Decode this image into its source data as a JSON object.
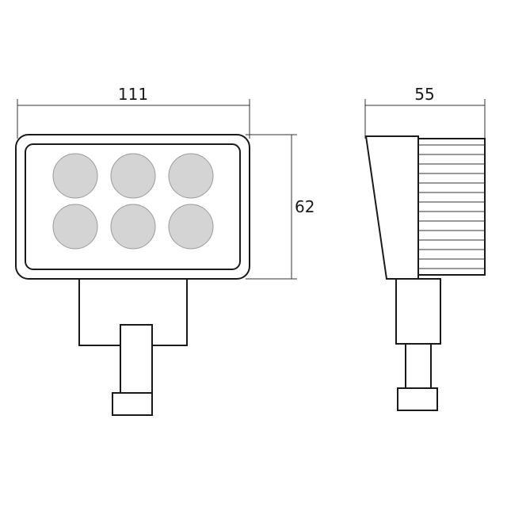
{
  "dimensions": {
    "front_width": "111",
    "front_height": "62",
    "side_depth": "55"
  },
  "views": {
    "front": {
      "led_count": 6
    },
    "side": {
      "fin_count": 14
    }
  }
}
